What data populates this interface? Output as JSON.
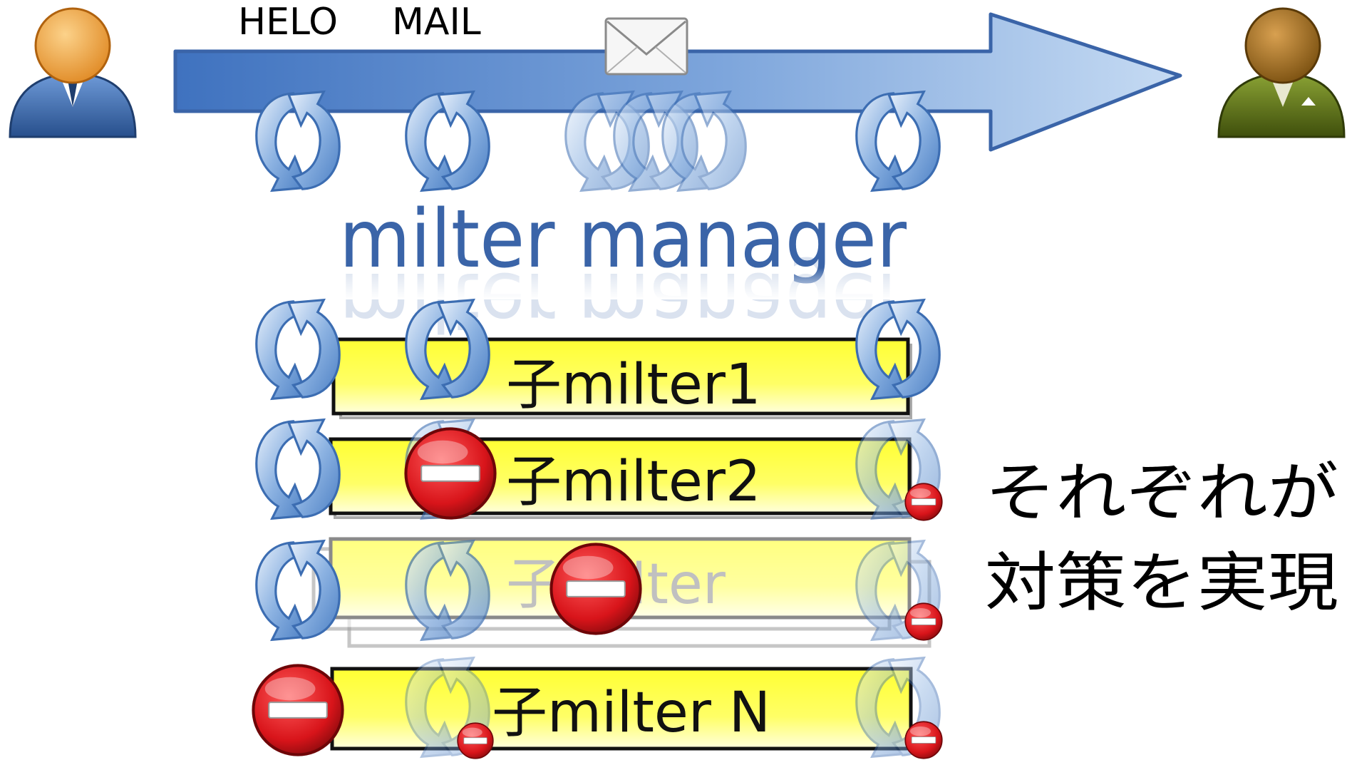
{
  "protocol_labels": {
    "helo": "HELO",
    "mail": "MAIL"
  },
  "title": "milter manager",
  "children": [
    {
      "label": "子milter1",
      "state": "active"
    },
    {
      "label": "子milter2",
      "state": "stopped"
    },
    {
      "label": "子milter",
      "state": "faded"
    },
    {
      "label": "子milter N",
      "state": "stopped"
    }
  ],
  "note": {
    "line1": "それぞれが",
    "line2": "対策を実現"
  },
  "icons": {
    "sender": "user-icon",
    "receiver": "user-icon",
    "mail": "envelope-icon",
    "process": "refresh-icon",
    "stop": "stop-icon"
  },
  "colors": {
    "arrow": "#7fa6d8",
    "arrow_edge": "#3a64a8",
    "child_box": "#ffff44",
    "stop": "#d8141a",
    "sender_body": "#3b6fb5",
    "receiver_body": "#5c6f1a",
    "head_sender": "#f2a24a",
    "head_receiver": "#9a6a1e"
  }
}
